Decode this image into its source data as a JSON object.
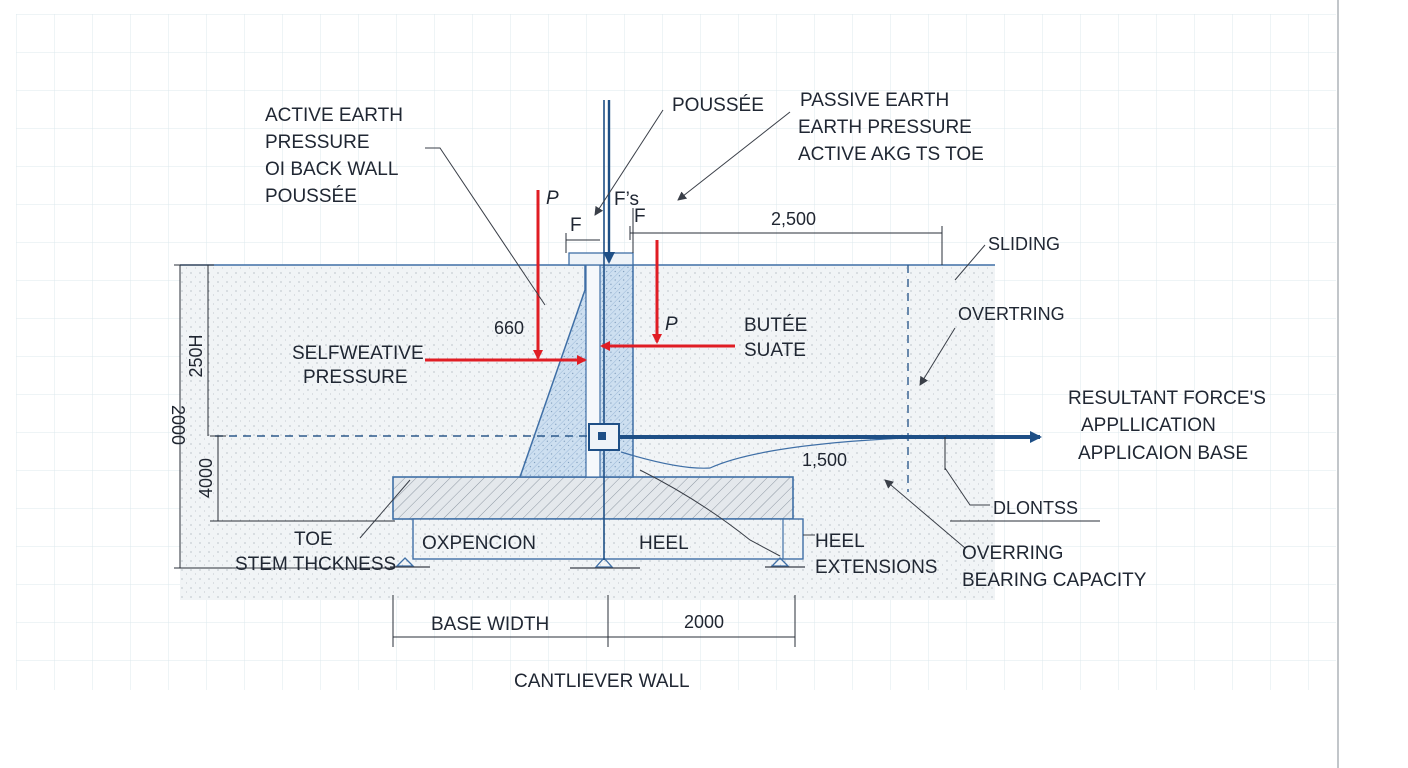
{
  "labels": {
    "active_l1": "ACTIVE EARTH",
    "active_l2": "PRESSURE",
    "active_l3": "OI BACK WALL",
    "active_l4": "POUSSÉE",
    "poussee_top": "POUSSÉE",
    "passive_l1": "PASSIVE EARTH",
    "passive_l2": "EARTH PRESSURE",
    "passive_l3": "ACTIVE AKG TS TOE",
    "p_left": "P",
    "fs_top": "F’s",
    "f_left": "F",
    "f_right": "F",
    "dim_2500": "2,500",
    "sliding": "SLIDING",
    "overtring_1": "OVERTRING",
    "dim_660": "660",
    "p_right": "P",
    "butee_1": "BUTÉE",
    "butee_2": "SUATE",
    "self_1": "SELFWEATIVE",
    "self_2": "PRESSURE",
    "resultant_1": "RESULTANT FORCE'S",
    "resultant_2": "APPLLICATION",
    "resultant_3": "APPLICAION BASE",
    "dim_1500": "1,500",
    "dlontss": "DLONTSS",
    "dim_250h": "250H",
    "dim_2000v": "2000",
    "dim_4000": "4000",
    "toe": "TOE",
    "stem": "STEM THCKNESS",
    "oxpencion": "OXPENCION",
    "heel_mid": "HEEL",
    "heel_ext_1": "HEEL",
    "heel_ext_2": "EXTENSIONS",
    "overring_2": "OVERRING",
    "bearing": "BEARING CAPACITY",
    "base_width": "BASE WIDTH",
    "dim_2000h": "2000",
    "title": "CANTLIEVER WALL"
  },
  "colors": {
    "force_red": "#e01d24",
    "force_blue": "#1e4f86",
    "outline_blue": "#3f6fa6",
    "grid": "#dce8ee",
    "soil_fill": "#f1f4f6",
    "stem_fill": "#cddff0"
  }
}
